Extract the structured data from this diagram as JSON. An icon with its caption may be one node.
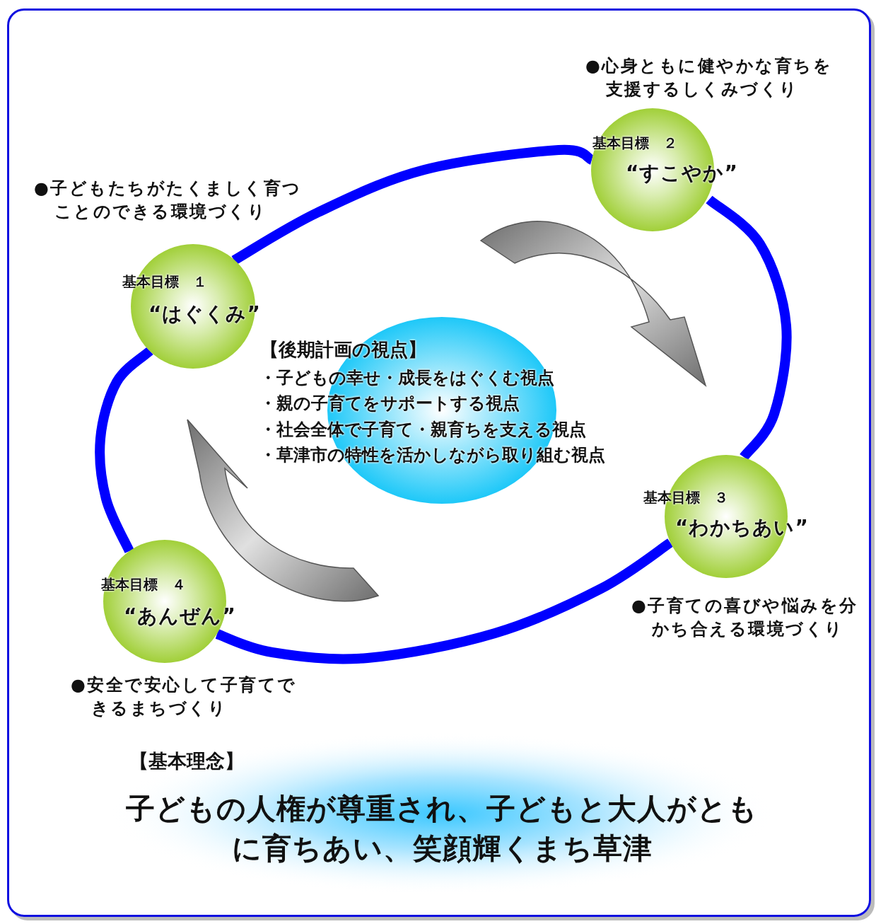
{
  "diagram": {
    "nodes": [
      {
        "text": [
          "基本目標　１",
          "“はぐくみ”"
        ],
        "beside": [
          "●子どもたちがたくましく育つことのできる環境づくり"
        ]
      },
      {
        "text": [
          "基本目標　２",
          "“すこやか”"
        ],
        "beside": [
          "●心身ともに健やかな育ちを支援するしくみづくり"
        ]
      },
      {
        "text": [
          "基本目標　３",
          "“わかちあい”"
        ],
        "beside": [
          "●子育ての喜びや悩みを分かち合える環境づくり"
        ]
      },
      {
        "text": [
          "基本目標　４",
          "“あんぜん”"
        ],
        "beside": [
          "●安全で安心して子育てできるまちづくり"
        ]
      },
      {
        "text": [
          "【後期計画の視点】",
          "・子どもの幸せ・成長をはぐくむ視点",
          "・親の子育てをサポートする視点",
          "・社会全体で子育て・親育ちを支える視点",
          "・草津市の特性を活かしながら取り組む視点"
        ]
      }
    ],
    "edges": [
      {
        "from": 0,
        "to": 1,
        "arrow": "none"
      },
      {
        "from": 1,
        "to": 2,
        "arrow": "none"
      },
      {
        "from": 2,
        "to": 3,
        "arrow": "none"
      },
      {
        "from": 3,
        "to": 0,
        "arrow": "none"
      },
      {
        "from": 1,
        "to": 2,
        "arrow": "to",
        "style": "thick",
        "color": "#6e6e6e"
      },
      {
        "from": 3,
        "to": 0,
        "arrow": "to",
        "style": "thick",
        "color": "#6e6e6e"
      }
    ],
    "labels": [
      "【基本理念】",
      "子どもの人権が尊重され、子どもと大人がともに育ちあい、笑顔輝くまち草津"
    ]
  }
}
